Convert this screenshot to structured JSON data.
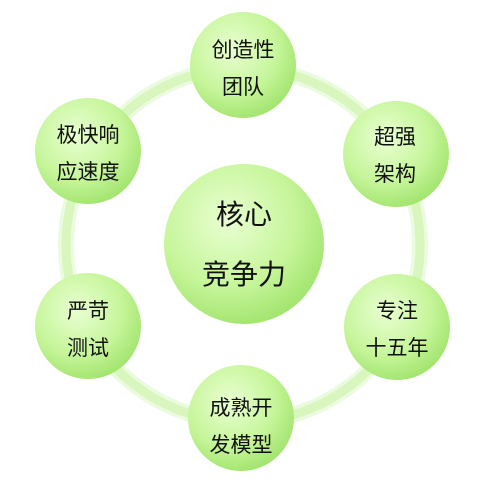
{
  "diagram": {
    "center": {
      "lines": [
        "核心",
        "竞争力"
      ]
    },
    "satellites": [
      {
        "id": "creative-team",
        "lines": [
          "创造性",
          "团队"
        ]
      },
      {
        "id": "strong-architecture",
        "lines": [
          "超强",
          "架构"
        ]
      },
      {
        "id": "fifteen-years",
        "lines": [
          "专注",
          "十五年"
        ]
      },
      {
        "id": "mature-dev-model",
        "lines": [
          "成熟开",
          "发模型"
        ]
      },
      {
        "id": "strict-testing",
        "lines": [
          "严苛",
          "测试"
        ]
      },
      {
        "id": "fast-response",
        "lines": [
          "极快响",
          "应速度"
        ]
      }
    ]
  },
  "colors": {
    "node_light": "#e9ffd2",
    "node_mid": "#c6f59a",
    "node_dark": "#9fe36a",
    "ring": "#d8f6bd",
    "ring_edge": "#eafbe0",
    "text": "#111111"
  }
}
